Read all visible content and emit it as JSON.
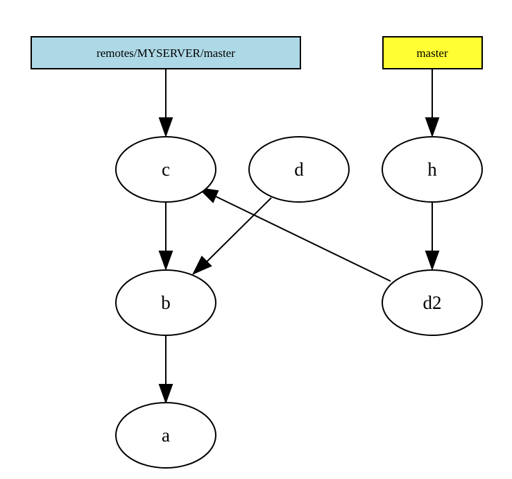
{
  "refs": {
    "remote": {
      "label": "remotes/MYSERVER/master",
      "color": "#add8e6"
    },
    "local": {
      "label": "master",
      "color": "#ffff33"
    }
  },
  "nodes": {
    "c": "c",
    "d": "d",
    "h": "h",
    "b": "b",
    "d2": "d2",
    "a": "a"
  },
  "edges": [
    {
      "from": "remotes/MYSERVER/master",
      "to": "c"
    },
    {
      "from": "master",
      "to": "h"
    },
    {
      "from": "c",
      "to": "b"
    },
    {
      "from": "d",
      "to": "b"
    },
    {
      "from": "d2",
      "to": "c"
    },
    {
      "from": "h",
      "to": "d2"
    },
    {
      "from": "b",
      "to": "a"
    }
  ]
}
